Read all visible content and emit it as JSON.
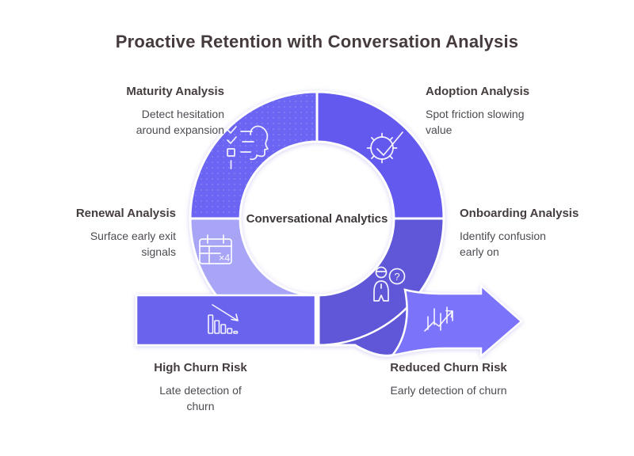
{
  "title": "Proactive Retention with Conversation Analysis",
  "center_label": "Conversational Analytics",
  "stages": [
    {
      "name": "maturity",
      "label": "Maturity Analysis",
      "description": "Detect hesitation around expansion",
      "icon": "head-checklist-icon"
    },
    {
      "name": "adoption",
      "label": "Adoption Analysis",
      "description": "Spot friction slowing value",
      "icon": "gear-check-icon"
    },
    {
      "name": "onboarding",
      "label": "Onboarding Analysis",
      "description": "Identify confusion early on",
      "icon": "person-question-icon"
    },
    {
      "name": "renewal",
      "label": "Renewal Analysis",
      "description": "Surface early exit signals",
      "icon": "calendar-x4-icon"
    }
  ],
  "outcomes": [
    {
      "name": "high-churn-risk",
      "label": "High Churn Risk",
      "description": "Late detection of churn",
      "icon": "declining-bars-icon"
    },
    {
      "name": "reduced-churn-risk",
      "label": "Reduced Churn Risk",
      "description": "Early detection of churn",
      "icon": "rising-trend-icon"
    }
  ],
  "icon_text": {
    "calendar_multiplier": "×4",
    "question_mark": "?"
  },
  "colors": {
    "segment_maturity": "#6C64F2",
    "segment_adoption": "#6459EE",
    "segment_onboarding": "#5F57D7",
    "segment_renewal": "#A9A5F6",
    "arrow_left": "#6A63EE",
    "arrow_right": "#7B73F9",
    "divider": "#ffffff",
    "heading_text": "#453D3E",
    "body_text": "#4E4A52"
  }
}
